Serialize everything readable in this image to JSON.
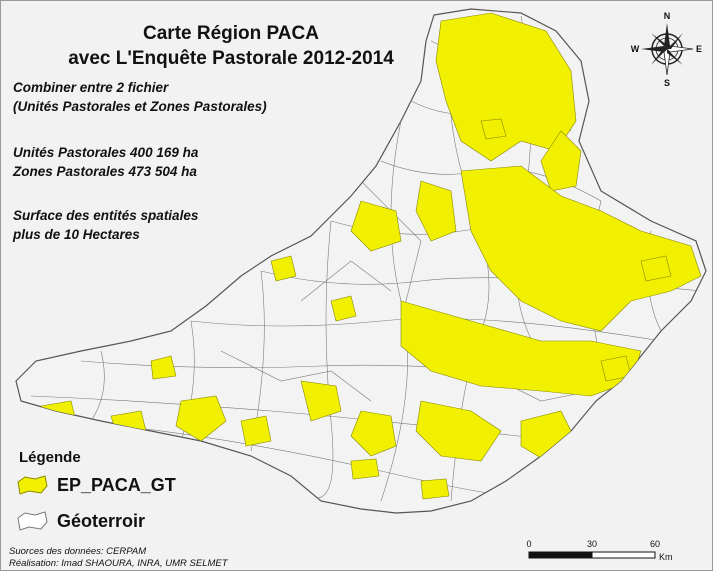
{
  "map": {
    "title_line1": "Carte Région PACA",
    "title_line2": "avec L'Enquête Pastorale 2012-2014",
    "notes": [
      "Combiner entre 2 fichier",
      "(Unités Pastorales et Zones Pastorales)",
      "Unités Pastorales  400 169 ha",
      "Zones Pastorales   473 504 ha",
      "Surface des entités spatiales",
      " plus de 10 Hectares"
    ],
    "colors": {
      "pastoral": "#f0f000",
      "pastoral_stroke": "#8a8a00",
      "geoterroir_fill": "#f2f2f2",
      "boundary": "#6e6e6e"
    }
  },
  "legend": {
    "title": "Légende",
    "items": [
      {
        "label": "EP_PACA_GT",
        "icon": "yellow-polygon-swatch"
      },
      {
        "label": "Géoterroir",
        "icon": "outline-polygon-swatch"
      }
    ]
  },
  "sources": {
    "line1": "Suorces des données: CERPAM",
    "line2": "Réalisation: Imad SHAOURA, INRA, UMR SELMET"
  },
  "compass": {
    "n": "N",
    "s": "S",
    "e": "E",
    "w": "W"
  },
  "scale": {
    "ticks": [
      "0",
      "30",
      "60"
    ],
    "unit": "Km"
  }
}
